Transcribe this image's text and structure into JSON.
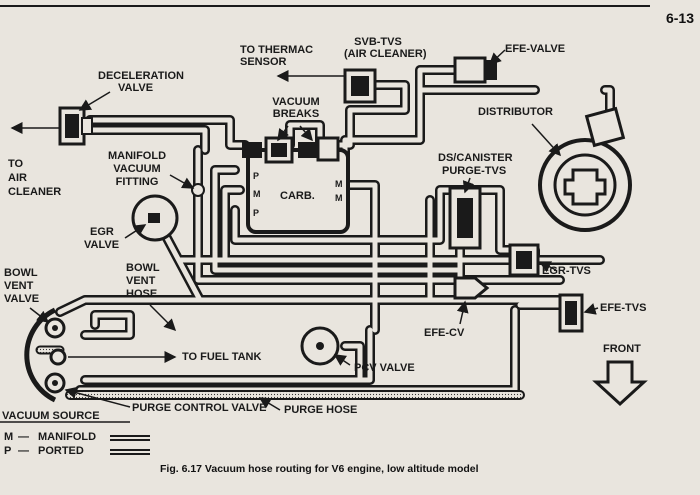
{
  "page_number": "6-13",
  "caption": "Fig. 6.17 Vacuum hose routing for V6 engine, low altitude model",
  "labels": {
    "to_thermac_1": "TO THERMAC",
    "to_thermac_2": "SENSOR",
    "svb_tvs_1": "SVB-TVS",
    "svb_tvs_2": "(AIR CLEANER)",
    "efe_valve": "EFE-VALVE",
    "decel_1": "DECELERATION",
    "decel_2": "VALVE",
    "vacuum_breaks_1": "VACUUM",
    "vacuum_breaks_2": "BREAKS",
    "distributor": "DISTRIBUTOR",
    "to_air_cleaner_1": "TO",
    "to_air_cleaner_2": "AIR",
    "to_air_cleaner_3": "CLEANER",
    "manifold_fitting_1": "MANIFOLD",
    "manifold_fitting_2": "VACUUM",
    "manifold_fitting_3": "FITTING",
    "ds_canister_1": "DS/CANISTER",
    "ds_canister_2": "PURGE-TVS",
    "carb": "CARB.",
    "egr_valve_1": "EGR",
    "egr_valve_2": "VALVE",
    "egr_tvs": "EGR-TVS",
    "bowl_vent_valve_1": "BOWL",
    "bowl_vent_valve_2": "VENT",
    "bowl_vent_valve_3": "VALVE",
    "bowl_vent_hose_1": "BOWL",
    "bowl_vent_hose_2": "VENT",
    "bowl_vent_hose_3": "HOSE",
    "efe_cv": "EFE-CV",
    "efe_tvs": "EFE-TVS",
    "front": "FRONT",
    "to_fuel_tank": "TO FUEL TANK",
    "pcv_valve": "PCV VALVE",
    "purge_control_valve": "PURGE CONTROL VALVE",
    "purge_hose": "PURGE HOSE",
    "port_p1": "P",
    "port_m1": "M",
    "port_p2": "P",
    "port_m2": "M",
    "port_m3": "M"
  },
  "legend": {
    "title": "VACUUM SOURCE",
    "items": [
      {
        "code": "M",
        "text": "MANIFOLD"
      },
      {
        "code": "P",
        "text": "PORTED"
      }
    ]
  },
  "colors": {
    "background": "#e9e5de",
    "ink": "#1a1a1a",
    "hose_fill": "#e9e5de"
  }
}
